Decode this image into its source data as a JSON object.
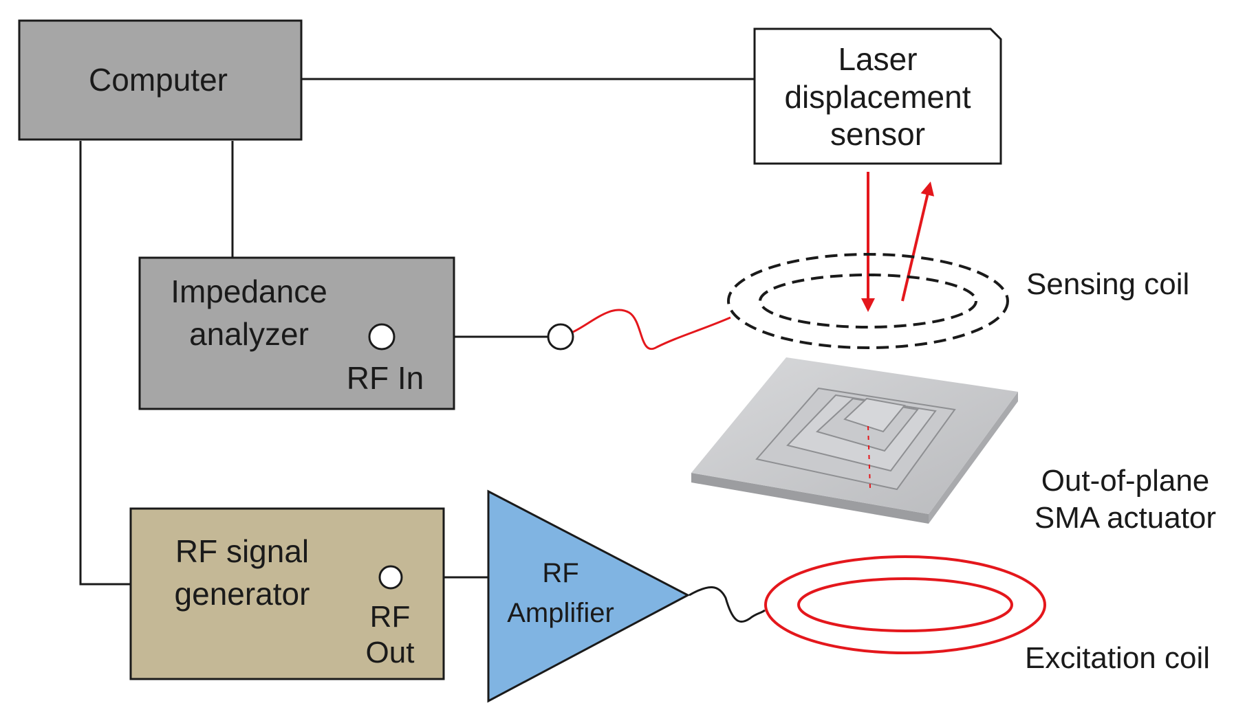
{
  "colors": {
    "computer_fill": "#a6a6a6",
    "impedance_fill": "#a6a6a6",
    "rf_gen_fill": "#c4b896",
    "amplifier_fill": "#80b4e2",
    "laser_fill": "#ffffff",
    "signal_red": "#e4171c",
    "line_dark": "#1a1a1a"
  },
  "computer": {
    "label": "Computer"
  },
  "laser": {
    "line1": "Laser",
    "line2": "displacement",
    "line3": "sensor"
  },
  "impedance": {
    "line1": "Impedance",
    "line2": "analyzer",
    "port": "RF In"
  },
  "rf_gen": {
    "line1": "RF signal",
    "line2": "generator",
    "port1": "RF",
    "port2": "Out"
  },
  "amplifier": {
    "line1": "RF",
    "line2": "Amplifier"
  },
  "sensing_coil": {
    "label": "Sensing coil"
  },
  "actuator": {
    "line1": "Out-of-plane",
    "line2": "SMA actuator"
  },
  "excitation_coil": {
    "label": "Excitation coil"
  }
}
